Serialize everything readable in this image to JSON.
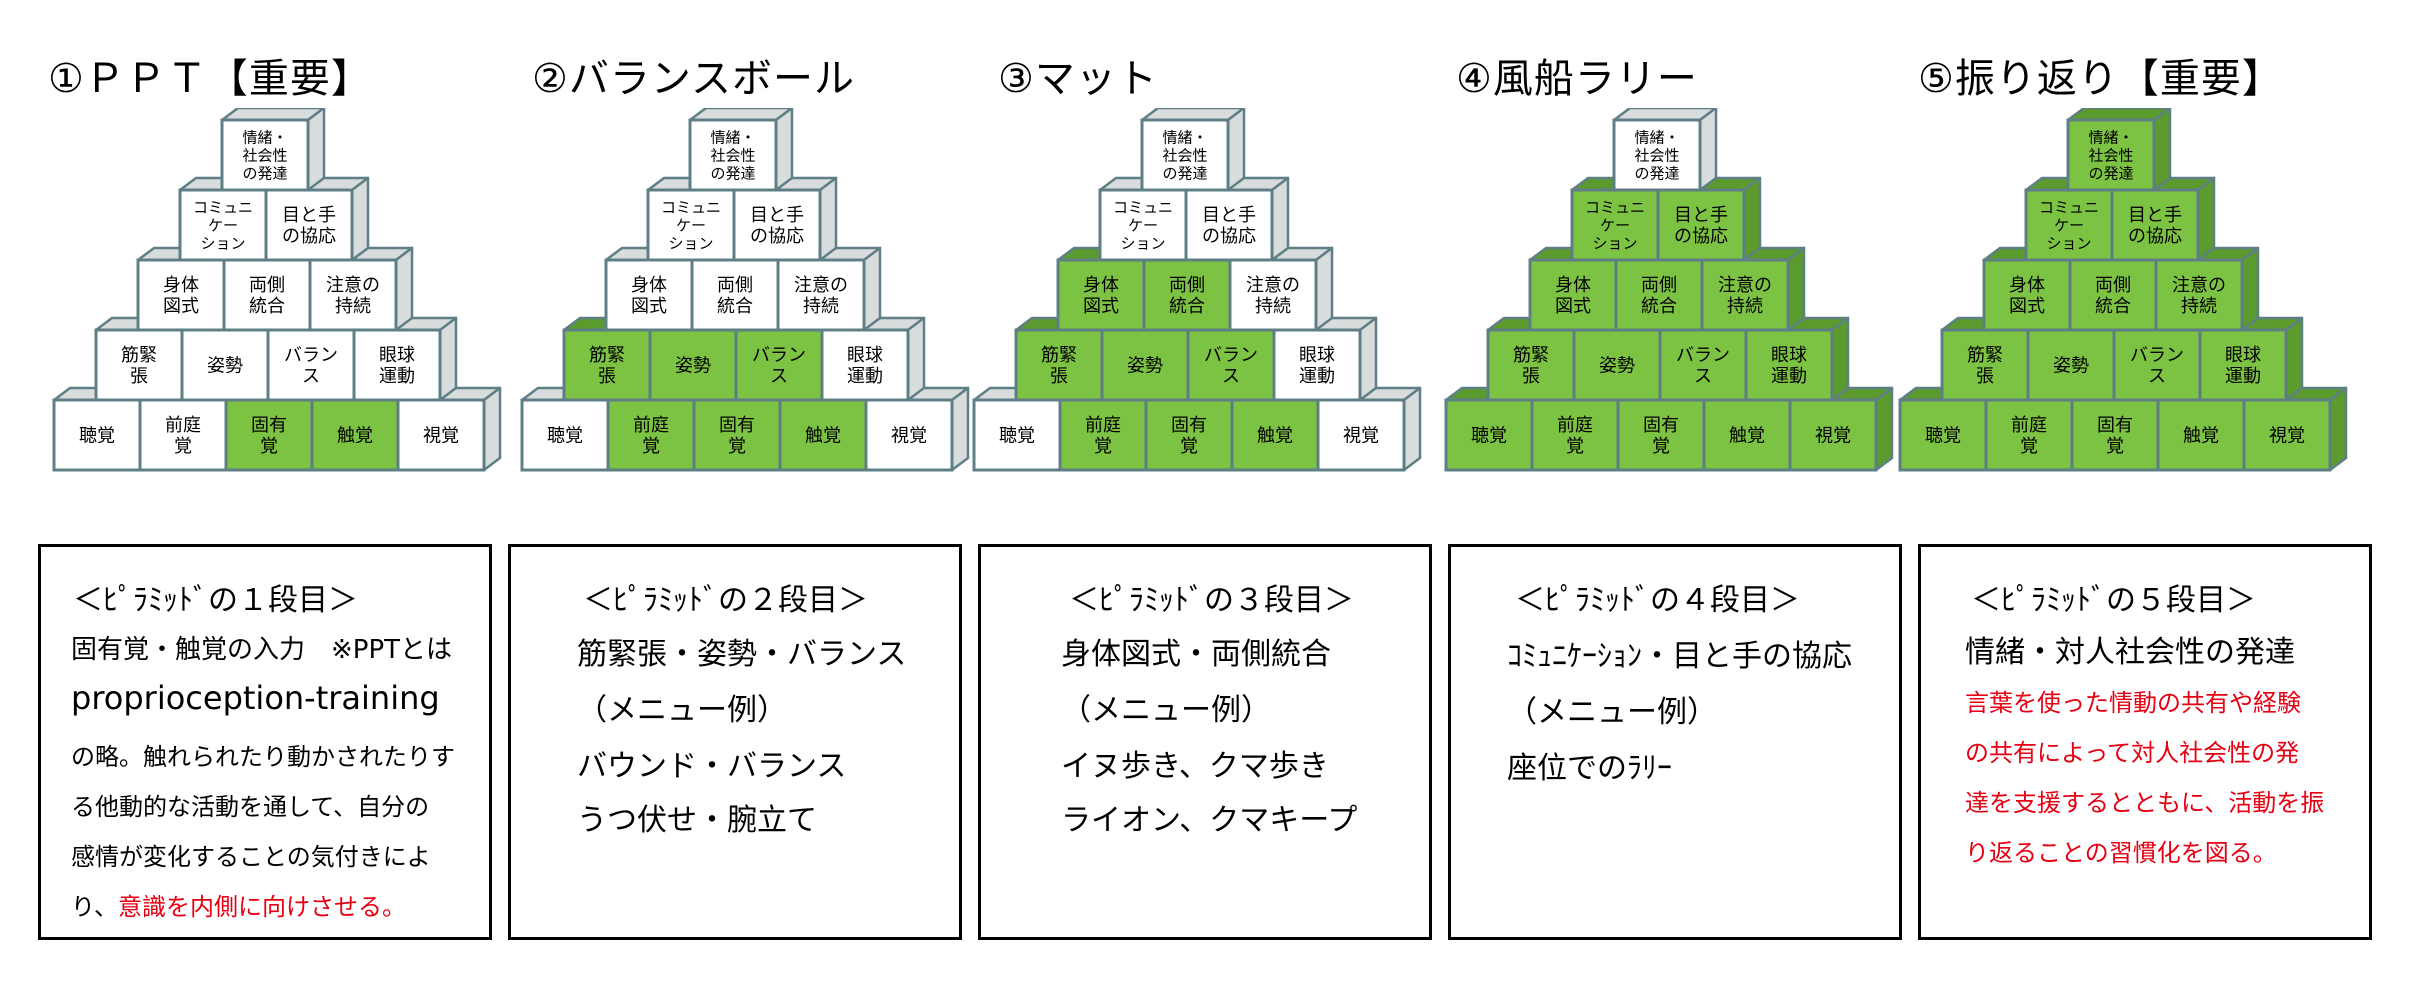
{
  "colors": {
    "green": "#7cc243",
    "white": "#ffffff",
    "edge": "#5f7f86",
    "sideGreen": "#5b9a2d",
    "sideWhite": "#d9dcdc",
    "red": "#e60012"
  },
  "columns": [
    {
      "title": "①ＰＰＴ【重要】",
      "levels": [
        {
          "cells": [
            {
              "label": "聴覚",
              "green": false
            },
            {
              "label": "前庭\n覚",
              "green": false
            },
            {
              "label": "固有\n覚",
              "green": true
            },
            {
              "label": "触覚",
              "green": true
            },
            {
              "label": "視覚",
              "green": false
            }
          ]
        },
        {
          "cells": [
            {
              "label": "筋緊\n張",
              "green": false
            },
            {
              "label": "姿勢",
              "green": false
            },
            {
              "label": "バラン\nス",
              "green": false
            },
            {
              "label": "眼球\n運動",
              "green": false
            }
          ]
        },
        {
          "cells": [
            {
              "label": "身体\n図式",
              "green": false
            },
            {
              "label": "両側\n統合",
              "green": false
            },
            {
              "label": "注意の\n持続",
              "green": false
            }
          ]
        },
        {
          "cells": [
            {
              "label": "コミュニ\nケー\nション",
              "green": false
            },
            {
              "label": "目と手\nの協応",
              "green": false
            }
          ]
        },
        {
          "cells": [
            {
              "label": "情緒・\n社会性\nの発達",
              "green": false
            }
          ]
        }
      ],
      "box": {
        "heading": "＜ﾋﾟﾗﾐｯﾄﾞの１段目＞",
        "lines": [
          {
            "text": "固有覚・触覚の入力　※PPTとは",
            "red": false,
            "size": 26
          },
          {
            "text": "proprioception-training",
            "red": false,
            "size": 32
          },
          {
            "text": "の略。触れられたり動かされたりす",
            "red": false,
            "size": 24
          },
          {
            "text": "る他動的な活動を通して、自分の",
            "red": false,
            "size": 24
          },
          {
            "text": "感情が変化することの気付きによ",
            "red": false,
            "size": 24
          }
        ],
        "lastPrefix": "り、",
        "lastRed": "意識を内側に向けさせる。"
      }
    },
    {
      "title": "②バランスボール",
      "levels": [
        {
          "cells": [
            {
              "label": "聴覚",
              "green": false
            },
            {
              "label": "前庭\n覚",
              "green": true
            },
            {
              "label": "固有\n覚",
              "green": true
            },
            {
              "label": "触覚",
              "green": true
            },
            {
              "label": "視覚",
              "green": false
            }
          ]
        },
        {
          "cells": [
            {
              "label": "筋緊\n張",
              "green": true
            },
            {
              "label": "姿勢",
              "green": true
            },
            {
              "label": "バラン\nス",
              "green": true
            },
            {
              "label": "眼球\n運動",
              "green": false
            }
          ]
        },
        {
          "cells": [
            {
              "label": "身体\n図式",
              "green": false
            },
            {
              "label": "両側\n統合",
              "green": false
            },
            {
              "label": "注意の\n持続",
              "green": false
            }
          ]
        },
        {
          "cells": [
            {
              "label": "コミュニ\nケー\nション",
              "green": false
            },
            {
              "label": "目と手\nの協応",
              "green": false
            }
          ]
        },
        {
          "cells": [
            {
              "label": "情緒・\n社会性\nの発達",
              "green": false
            }
          ]
        }
      ],
      "box": {
        "heading": "＜ﾋﾟﾗﾐｯﾄﾞの２段目＞",
        "lines": [
          {
            "text": "筋緊張・姿勢・バランス",
            "red": false,
            "size": 30
          },
          {
            "text": "（メニュー例）",
            "red": false,
            "size": 30
          },
          {
            "text": "バウンド・バランス",
            "red": false,
            "size": 30
          },
          {
            "text": "うつ伏せ・腕立て",
            "red": false,
            "size": 30
          }
        ]
      }
    },
    {
      "title": "③マット",
      "levels": [
        {
          "cells": [
            {
              "label": "聴覚",
              "green": false
            },
            {
              "label": "前庭\n覚",
              "green": true
            },
            {
              "label": "固有\n覚",
              "green": true
            },
            {
              "label": "触覚",
              "green": true
            },
            {
              "label": "視覚",
              "green": false
            }
          ]
        },
        {
          "cells": [
            {
              "label": "筋緊\n張",
              "green": true
            },
            {
              "label": "姿勢",
              "green": true
            },
            {
              "label": "バラン\nス",
              "green": true
            },
            {
              "label": "眼球\n運動",
              "green": false
            }
          ]
        },
        {
          "cells": [
            {
              "label": "身体\n図式",
              "green": true
            },
            {
              "label": "両側\n統合",
              "green": true
            },
            {
              "label": "注意の\n持続",
              "green": false
            }
          ]
        },
        {
          "cells": [
            {
              "label": "コミュニ\nケー\nション",
              "green": false
            },
            {
              "label": "目と手\nの協応",
              "green": false
            }
          ]
        },
        {
          "cells": [
            {
              "label": "情緒・\n社会性\nの発達",
              "green": false
            }
          ]
        }
      ],
      "box": {
        "heading": "＜ﾋﾟﾗﾐｯﾄﾞの３段目＞",
        "lines": [
          {
            "text": "身体図式・両側統合",
            "red": false,
            "size": 30
          },
          {
            "text": "（メニュー例）",
            "red": false,
            "size": 30
          },
          {
            "text": "イヌ歩き、クマ歩き",
            "red": false,
            "size": 30
          },
          {
            "text": "ライオン、クマキープ",
            "red": false,
            "size": 30
          }
        ]
      }
    },
    {
      "title": "④風船ラリー",
      "levels": [
        {
          "cells": [
            {
              "label": "聴覚",
              "green": true
            },
            {
              "label": "前庭\n覚",
              "green": true
            },
            {
              "label": "固有\n覚",
              "green": true
            },
            {
              "label": "触覚",
              "green": true
            },
            {
              "label": "視覚",
              "green": true
            }
          ]
        },
        {
          "cells": [
            {
              "label": "筋緊\n張",
              "green": true
            },
            {
              "label": "姿勢",
              "green": true
            },
            {
              "label": "バラン\nス",
              "green": true
            },
            {
              "label": "眼球\n運動",
              "green": true
            }
          ]
        },
        {
          "cells": [
            {
              "label": "身体\n図式",
              "green": true
            },
            {
              "label": "両側\n統合",
              "green": true
            },
            {
              "label": "注意の\n持続",
              "green": true
            }
          ]
        },
        {
          "cells": [
            {
              "label": "コミュニ\nケー\nション",
              "green": true
            },
            {
              "label": "目と手\nの協応",
              "green": true
            }
          ]
        },
        {
          "cells": [
            {
              "label": "情緒・\n社会性\nの発達",
              "green": false
            }
          ]
        }
      ],
      "box": {
        "heading": "＜ﾋﾟﾗﾐｯﾄﾞの４段目＞",
        "lines": [
          {
            "text": "ｺﾐｭﾆｹｰｼｮﾝ・目と手の協応",
            "red": false,
            "size": 30
          },
          {
            "text": "（メニュー例）",
            "red": false,
            "size": 30
          },
          {
            "text": "座位でのﾗﾘｰ",
            "red": false,
            "size": 30
          }
        ]
      }
    },
    {
      "title": "⑤振り返り【重要】",
      "levels": [
        {
          "cells": [
            {
              "label": "聴覚",
              "green": true
            },
            {
              "label": "前庭\n覚",
              "green": true
            },
            {
              "label": "固有\n覚",
              "green": true
            },
            {
              "label": "触覚",
              "green": true
            },
            {
              "label": "視覚",
              "green": true
            }
          ]
        },
        {
          "cells": [
            {
              "label": "筋緊\n張",
              "green": true
            },
            {
              "label": "姿勢",
              "green": true
            },
            {
              "label": "バラン\nス",
              "green": true
            },
            {
              "label": "眼球\n運動",
              "green": true
            }
          ]
        },
        {
          "cells": [
            {
              "label": "身体\n図式",
              "green": true
            },
            {
              "label": "両側\n統合",
              "green": true
            },
            {
              "label": "注意の\n持続",
              "green": true
            }
          ]
        },
        {
          "cells": [
            {
              "label": "コミュニ\nケー\nション",
              "green": true
            },
            {
              "label": "目と手\nの協応",
              "green": true
            }
          ]
        },
        {
          "cells": [
            {
              "label": "情緒・\n社会性\nの発達",
              "green": true
            }
          ]
        }
      ],
      "box": {
        "heading": "＜ﾋﾟﾗﾐｯﾄﾞの５段目＞",
        "lines": [
          {
            "text": "情緒・対人社会性の発達",
            "red": false,
            "size": 30
          },
          {
            "text": "言葉を使った情動の共有や経験",
            "red": true,
            "size": 24
          },
          {
            "text": "の共有によって対人社会性の発",
            "red": true,
            "size": 24
          },
          {
            "text": "達を支援するとともに、活動を振",
            "red": true,
            "size": 24
          },
          {
            "text": "り返ることの習慣化を図る。",
            "red": true,
            "size": 24
          }
        ]
      }
    }
  ]
}
